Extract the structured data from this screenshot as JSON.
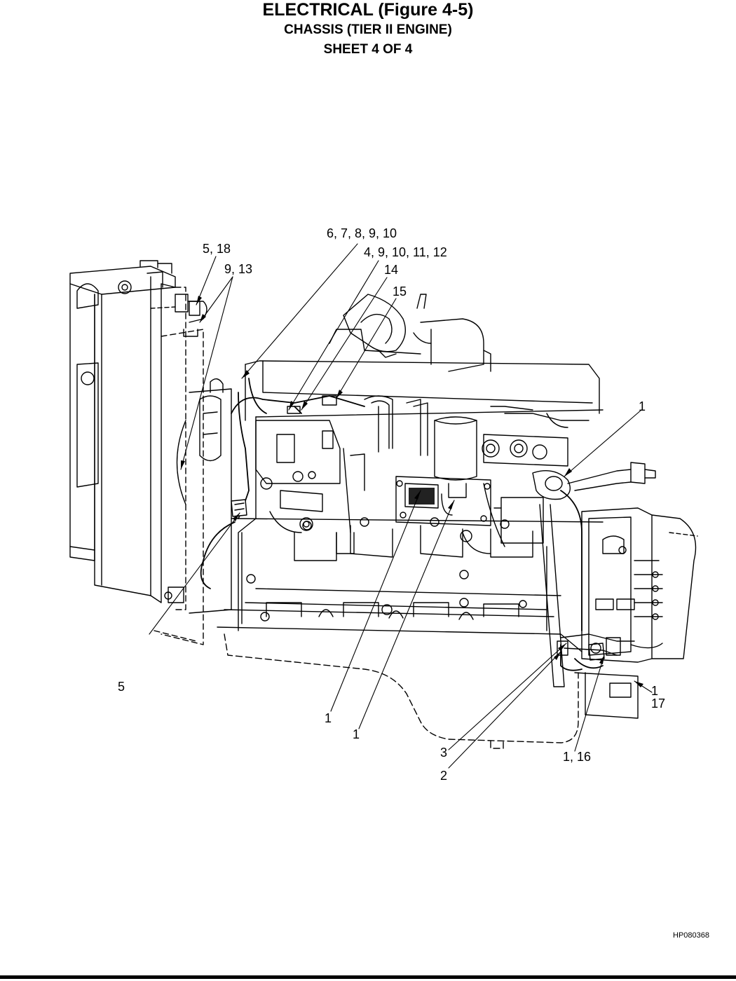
{
  "header": {
    "title": "ELECTRICAL (Figure 4-5)",
    "subtitle": "CHASSIS (TIER II ENGINE)",
    "sheet": "SHEET 4 OF 4"
  },
  "callouts": {
    "c_6_7_8_9_10": "6, 7, 8, 9, 10",
    "c_5_18": "5, 18",
    "c_4_9_10_11_12": "4, 9, 10, 11, 12",
    "c_9_13": "9, 13",
    "c_14": "14",
    "c_15": "15",
    "c_1_right": "1",
    "c_5_left": "5",
    "c_1_a": "1",
    "c_1_b": "1",
    "c_1_17_one": "1",
    "c_17": "17",
    "c_3": "3",
    "c_2": "2",
    "c_1_16": "1, 16"
  },
  "drawing_id": "HP080368"
}
